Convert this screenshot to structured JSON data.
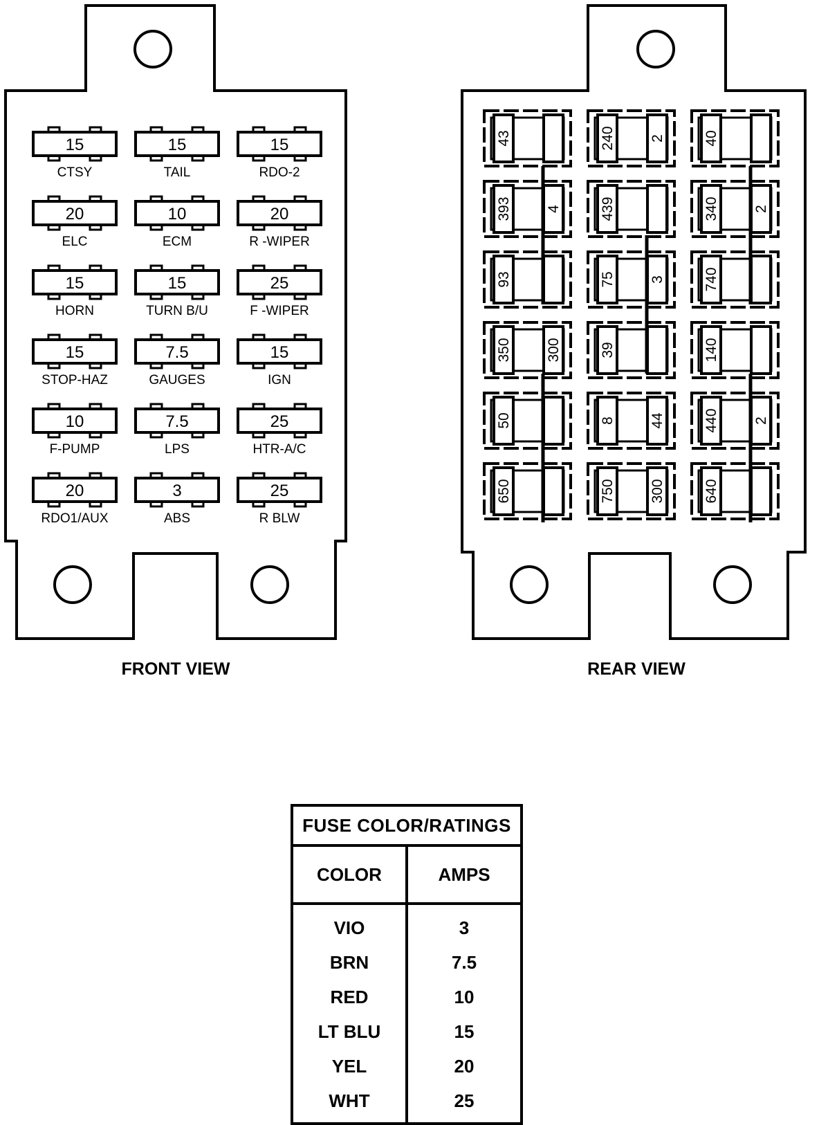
{
  "front_view": {
    "caption": "FRONT VIEW",
    "fuses": [
      {
        "amps": "15",
        "label": "CTSY"
      },
      {
        "amps": "15",
        "label": "TAIL"
      },
      {
        "amps": "15",
        "label": "RDO-2"
      },
      {
        "amps": "20",
        "label": "ELC"
      },
      {
        "amps": "10",
        "label": "ECM"
      },
      {
        "amps": "20",
        "label": "R -WIPER"
      },
      {
        "amps": "15",
        "label": "HORN"
      },
      {
        "amps": "15",
        "label": "TURN B/U"
      },
      {
        "amps": "25",
        "label": "F -WIPER"
      },
      {
        "amps": "15",
        "label": "STOP-HAZ"
      },
      {
        "amps": "7.5",
        "label": "GAUGES"
      },
      {
        "amps": "15",
        "label": "IGN"
      },
      {
        "amps": "10",
        "label": "F-PUMP"
      },
      {
        "amps": "7.5",
        "label": "LPS"
      },
      {
        "amps": "25",
        "label": "HTR-A/C"
      },
      {
        "amps": "20",
        "label": "RDO1/AUX"
      },
      {
        "amps": "3",
        "label": "ABS"
      },
      {
        "amps": "25",
        "label": "R BLW"
      }
    ]
  },
  "rear_view": {
    "caption": "REAR VIEW",
    "cells": [
      {
        "left": "43",
        "right": ""
      },
      {
        "left": "240",
        "right": "2"
      },
      {
        "left": "40",
        "right": ""
      },
      {
        "left": "393",
        "right": "4"
      },
      {
        "left": "439",
        "right": ""
      },
      {
        "left": "340",
        "right": "2"
      },
      {
        "left": "93",
        "right": ""
      },
      {
        "left": "75",
        "right": "3"
      },
      {
        "left": "740",
        "right": ""
      },
      {
        "left": "350",
        "right": "300"
      },
      {
        "left": "39",
        "right": ""
      },
      {
        "left": "140",
        "right": ""
      },
      {
        "left": "50",
        "right": ""
      },
      {
        "left": "8",
        "right": "44"
      },
      {
        "left": "440",
        "right": "2"
      },
      {
        "left": "650",
        "right": ""
      },
      {
        "left": "750",
        "right": "300"
      },
      {
        "left": "640",
        "right": ""
      }
    ]
  },
  "fuse_table": {
    "title": "FUSE COLOR/RATINGS",
    "headers": [
      "COLOR",
      "AMPS"
    ],
    "rows": [
      {
        "color": "VIO",
        "amps": "3"
      },
      {
        "color": "BRN",
        "amps": "7.5"
      },
      {
        "color": "RED",
        "amps": "10"
      },
      {
        "color": "LT BLU",
        "amps": "15"
      },
      {
        "color": "YEL",
        "amps": "20"
      },
      {
        "color": "WHT",
        "amps": "25"
      }
    ]
  }
}
